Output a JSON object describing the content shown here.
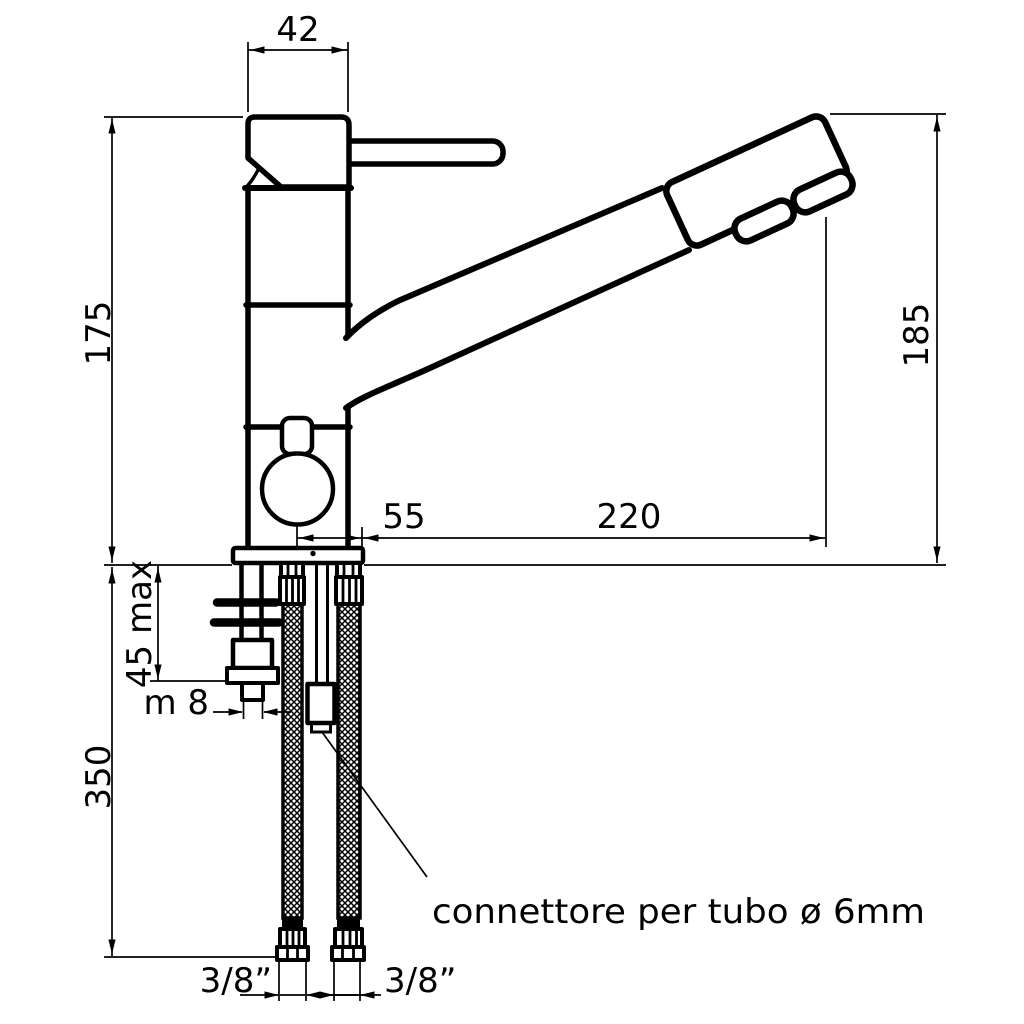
{
  "drawing": {
    "type": "technical-dimension-drawing",
    "subject": "single-lever kitchen faucet, side view with installation dimensions",
    "colors": {
      "line": "#000000",
      "background": "#ffffff"
    },
    "labels": {
      "handle_top_width": "42",
      "body_height_left": "175",
      "overall_height_right": "185",
      "axis_to_plate_offset": "55",
      "spout_reach": "220",
      "max_counter_thickness": "45 max",
      "stud_thread": "m 8",
      "hose_drop": "350",
      "left_hose_fitting": "3/8”",
      "right_hose_fitting": "3/8”",
      "connector_note": "connettore per tubo ø 6mm"
    }
  }
}
